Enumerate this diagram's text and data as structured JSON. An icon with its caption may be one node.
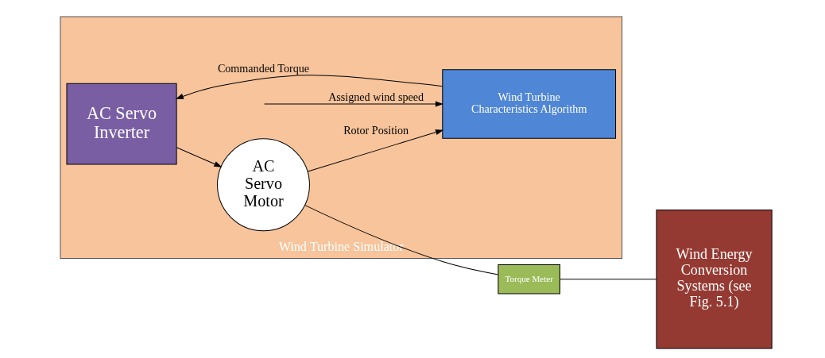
{
  "diagram": {
    "nodes": [
      {
        "text": [
          "Wind Turbine Simulator"
        ]
      },
      {
        "text": [
          "AC Servo Inverter"
        ],
        "in": 0
      },
      {
        "text": [
          "AC Servo Motor"
        ],
        "in": 0
      },
      {
        "text": [
          "Wind Turbine Characteristics Algorithm"
        ],
        "in": 0
      },
      {
        "text": [
          "Torque Meter"
        ]
      },
      {
        "text": [
          "Wind Energy Conversion Systems (see Fig. 5.1)"
        ]
      }
    ],
    "edges": [
      {
        "from": 1,
        "to": 2,
        "arrow": "to"
      },
      {
        "from": 3,
        "to": 1,
        "arrow": "to",
        "label": "Commanded Torque"
      },
      {
        "from": 2,
        "to": 3,
        "arrow": "to",
        "label": "Rotor Position"
      },
      {
        "from": null,
        "to": 3,
        "arrow": "to",
        "label": "Assigned wind speed"
      },
      {
        "from": 2,
        "to": 4,
        "arrow": "none"
      },
      {
        "from": 4,
        "to": 5,
        "arrow": "none"
      }
    ]
  }
}
